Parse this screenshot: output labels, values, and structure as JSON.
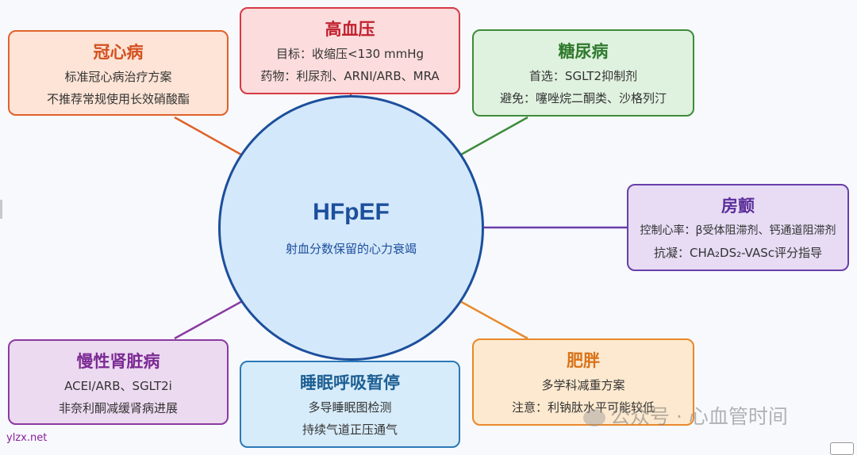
{
  "center": {
    "title": "HFpEF",
    "subtitle": "射血分数保留的心力衰竭"
  },
  "nodes": {
    "coronary": {
      "title": "冠心病",
      "lines": [
        "标准冠心病治疗方案",
        "不推荐常规使用长效硝酸酯"
      ],
      "color": "#e0622b"
    },
    "hypertension": {
      "title": "高血压",
      "lines": [
        "目标：收缩压<130 mmHg",
        "药物：利尿剂、ARNI/ARB、MRA"
      ],
      "color": "#d63a45"
    },
    "diabetes": {
      "title": "糖尿病",
      "lines": [
        "首选：SGLT2抑制剂",
        "避免：噻唑烷二酮类、沙格列汀"
      ],
      "color": "#3e8b3a"
    },
    "af": {
      "title": "房颤",
      "lines": [
        "控制心率：β受体阻滞剂、钙通道阻滞剂",
        "抗凝：CHA₂DS₂-VASc评分指导"
      ],
      "color": "#6a3fab"
    },
    "ckd": {
      "title": "慢性肾脏病",
      "lines": [
        "ACEI/ARB、SGLT2i",
        "非奈利酮减缓肾病进展"
      ],
      "color": "#8b3aa1"
    },
    "osa": {
      "title": "睡眠呼吸暂停",
      "lines": [
        "多导睡眠图检测",
        "持续气道正压通气"
      ],
      "color": "#2b79b7"
    },
    "obesity": {
      "title": "肥胖",
      "lines": [
        "多学科减重方案",
        "注意：利钠肽水平可能较低"
      ],
      "color": "#e9882a"
    }
  },
  "watermark": {
    "text": "公众号 · 心血管时间"
  },
  "site": "ylzx.net"
}
